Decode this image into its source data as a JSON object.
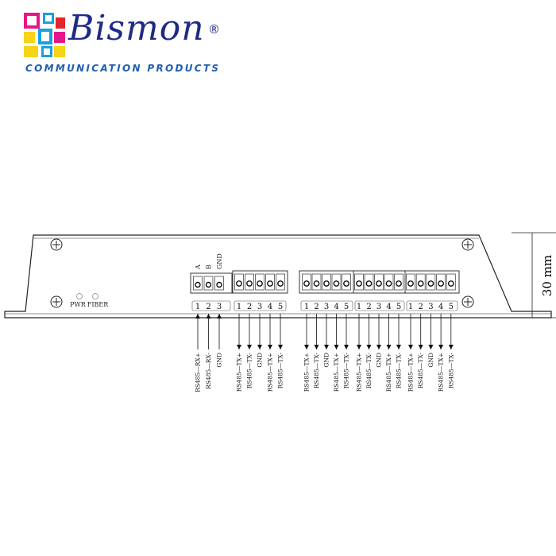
{
  "brand": {
    "name": "Bismon",
    "registered": "®",
    "tagline": "COMMUNICATION PRODUCTS",
    "colors": {
      "navy": "#1f2a86",
      "blue": "#1f5fb0",
      "magenta": "#e6168a",
      "yellow": "#f7d417",
      "cyan": "#1aa0dc",
      "red": "#e2262b"
    }
  },
  "device": {
    "dimension_label": "30 mm",
    "leds": [
      "PWR",
      "FIBER"
    ],
    "groups": [
      {
        "id": "serial-in",
        "top_labels": [
          "A",
          "B",
          "GND"
        ],
        "pins": [
          "1",
          "2",
          "3"
        ],
        "signals": [
          "RS485—RX+",
          "RS485—RX-",
          "GND"
        ],
        "direction": "up",
        "style": "small"
      },
      {
        "id": "serial-out",
        "top_labels": [],
        "pins": [
          "1",
          "2",
          "3",
          "4",
          "5"
        ],
        "signals": [
          "RS485—TX+",
          "RS485—TX-",
          "GND",
          "RS485—TX+",
          "RS485—TX-"
        ],
        "direction": "down",
        "style": "large"
      },
      {
        "id": "port-a",
        "top_labels": [],
        "pins": [
          "1",
          "2",
          "3",
          "4",
          "5"
        ],
        "signals": [
          "RS485—TX+",
          "RS485—TX-",
          "GND",
          "RS485—TX+",
          "RS485—TX-"
        ],
        "direction": "down",
        "style": "large"
      },
      {
        "id": "port-b",
        "top_labels": [],
        "pins": [
          "1",
          "2",
          "3",
          "4",
          "5"
        ],
        "signals": [
          "RS485—TX+",
          "RS485—TX-",
          "GND",
          "RS485—TX+",
          "RS485—TX-"
        ],
        "direction": "down",
        "style": "large"
      },
      {
        "id": "port-c",
        "top_labels": [],
        "pins": [
          "1",
          "2",
          "3",
          "4",
          "5"
        ],
        "signals": [
          "RS485—TX+",
          "RS485—TX-",
          "GND",
          "RS485—TX+",
          "RS485—TX-"
        ],
        "direction": "down",
        "style": "large"
      }
    ]
  }
}
